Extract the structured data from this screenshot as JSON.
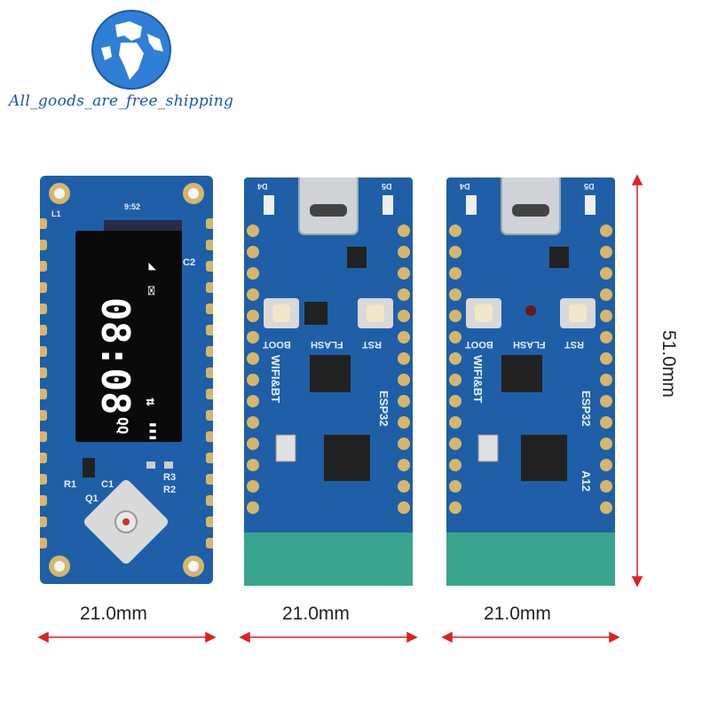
{
  "brand": {
    "text": "All_goods_are_free_shipping"
  },
  "dimensions": {
    "width_board1": "21.0mm",
    "width_board2": "21.0mm",
    "width_board3": "21.0mm",
    "height": "51.0mm"
  },
  "oled": {
    "clock": "08:08",
    "small_top": "9:52",
    "signal_glyph": "◢",
    "battery_glyph": "▮▮▮",
    "mail_glyph": "✉",
    "label_chars": "QQ",
    "arrows": "⇅"
  },
  "board1_labels": {
    "r1": "R1",
    "c1": "C1",
    "q1": "Q1",
    "r2": "R2",
    "r3": "R3",
    "c2": "C2",
    "l1": "L1"
  },
  "board2_labels": {
    "boot": "BOOT",
    "flash": "FLASH",
    "rst": "RST",
    "wifi": "WIFI&BT",
    "esp": "ESP32",
    "d4": "D4",
    "d5": "D5"
  },
  "board3_labels": {
    "boot": "BOOT",
    "flash": "FLASH",
    "rst": "RST",
    "wifi": "WIFI&BT",
    "esp": "ESP32",
    "model": "A12",
    "d4": "D4",
    "d5": "D5"
  },
  "colors": {
    "pcb": "#1f5fa8",
    "pcb_dark": "#174d8c",
    "gold": "#d6b66a",
    "antenna": "#3aa58e"
  }
}
